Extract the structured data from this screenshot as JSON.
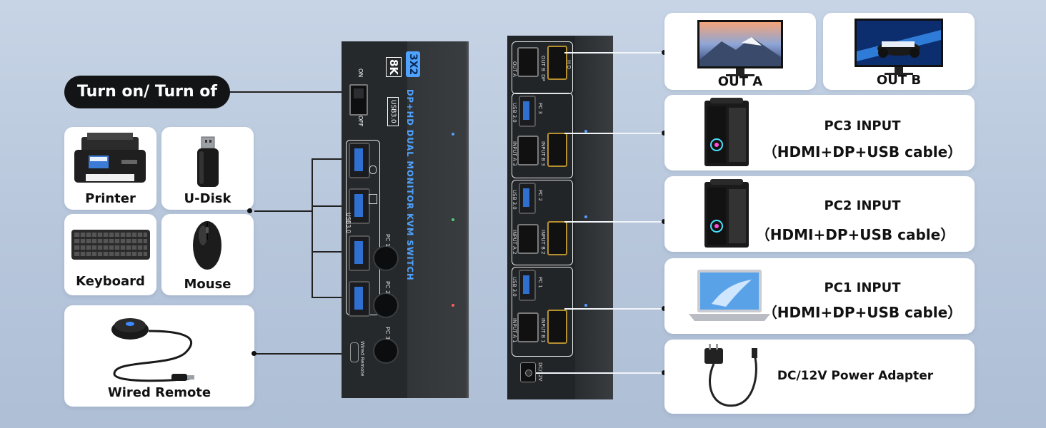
{
  "toggle_label": "Turn on/ Turn of",
  "peripherals": {
    "printer": "Printer",
    "udisk": "U-Disk",
    "keyboard": "Keyboard",
    "mouse": "Mouse",
    "wired_remote": "Wired Remote"
  },
  "outputs": {
    "out_a": "OUT A",
    "out_b": "OUT B"
  },
  "inputs": [
    {
      "title": "PC3 INPUT",
      "subtitle": "（HDMI+DP+USB cable）"
    },
    {
      "title": "PC2 INPUT",
      "subtitle": "（HDMI+DP+USB cable）"
    },
    {
      "title": "PC1 INPUT",
      "subtitle": "（HDMI+DP+USB cable）"
    }
  ],
  "power": {
    "label": "DC/12V Power Adapter"
  },
  "device_front": {
    "badge_3x2": "3X2",
    "badge_8k": "8K",
    "usb_badge": "USB3.0",
    "product_text": "DP+HD DUAL MONITOR KVM SWITCH",
    "on": "ON",
    "off": "OFF",
    "usb_label": "USB3.0",
    "pc1": "PC 1",
    "pc2": "PC 2",
    "pc3": "PC 3",
    "wired_remote": "Wired Remote"
  },
  "device_back": {
    "out_a": "OUT A",
    "out_b": "OUT B",
    "dp": "DP",
    "hd": "H D",
    "usb30": "USB 3.0",
    "pc3": "PC 3",
    "pc2": "PC 2",
    "pc1": "PC 1",
    "input_a3": "INPUT A 3",
    "input_b3": "INPUT B 3",
    "input_a2": "INPUT A 2",
    "input_b2": "INPUT B 2",
    "input_a1": "INPUT A 1",
    "input_b1": "INPUT B 1",
    "dc12v": "DC/12V"
  },
  "colors": {
    "background": "#bccbdf",
    "card": "#ffffff",
    "pill": "#121416",
    "device": "#2a2d30",
    "accent_blue": "#4fa3ff",
    "hdmi_gold": "#b5902f"
  }
}
